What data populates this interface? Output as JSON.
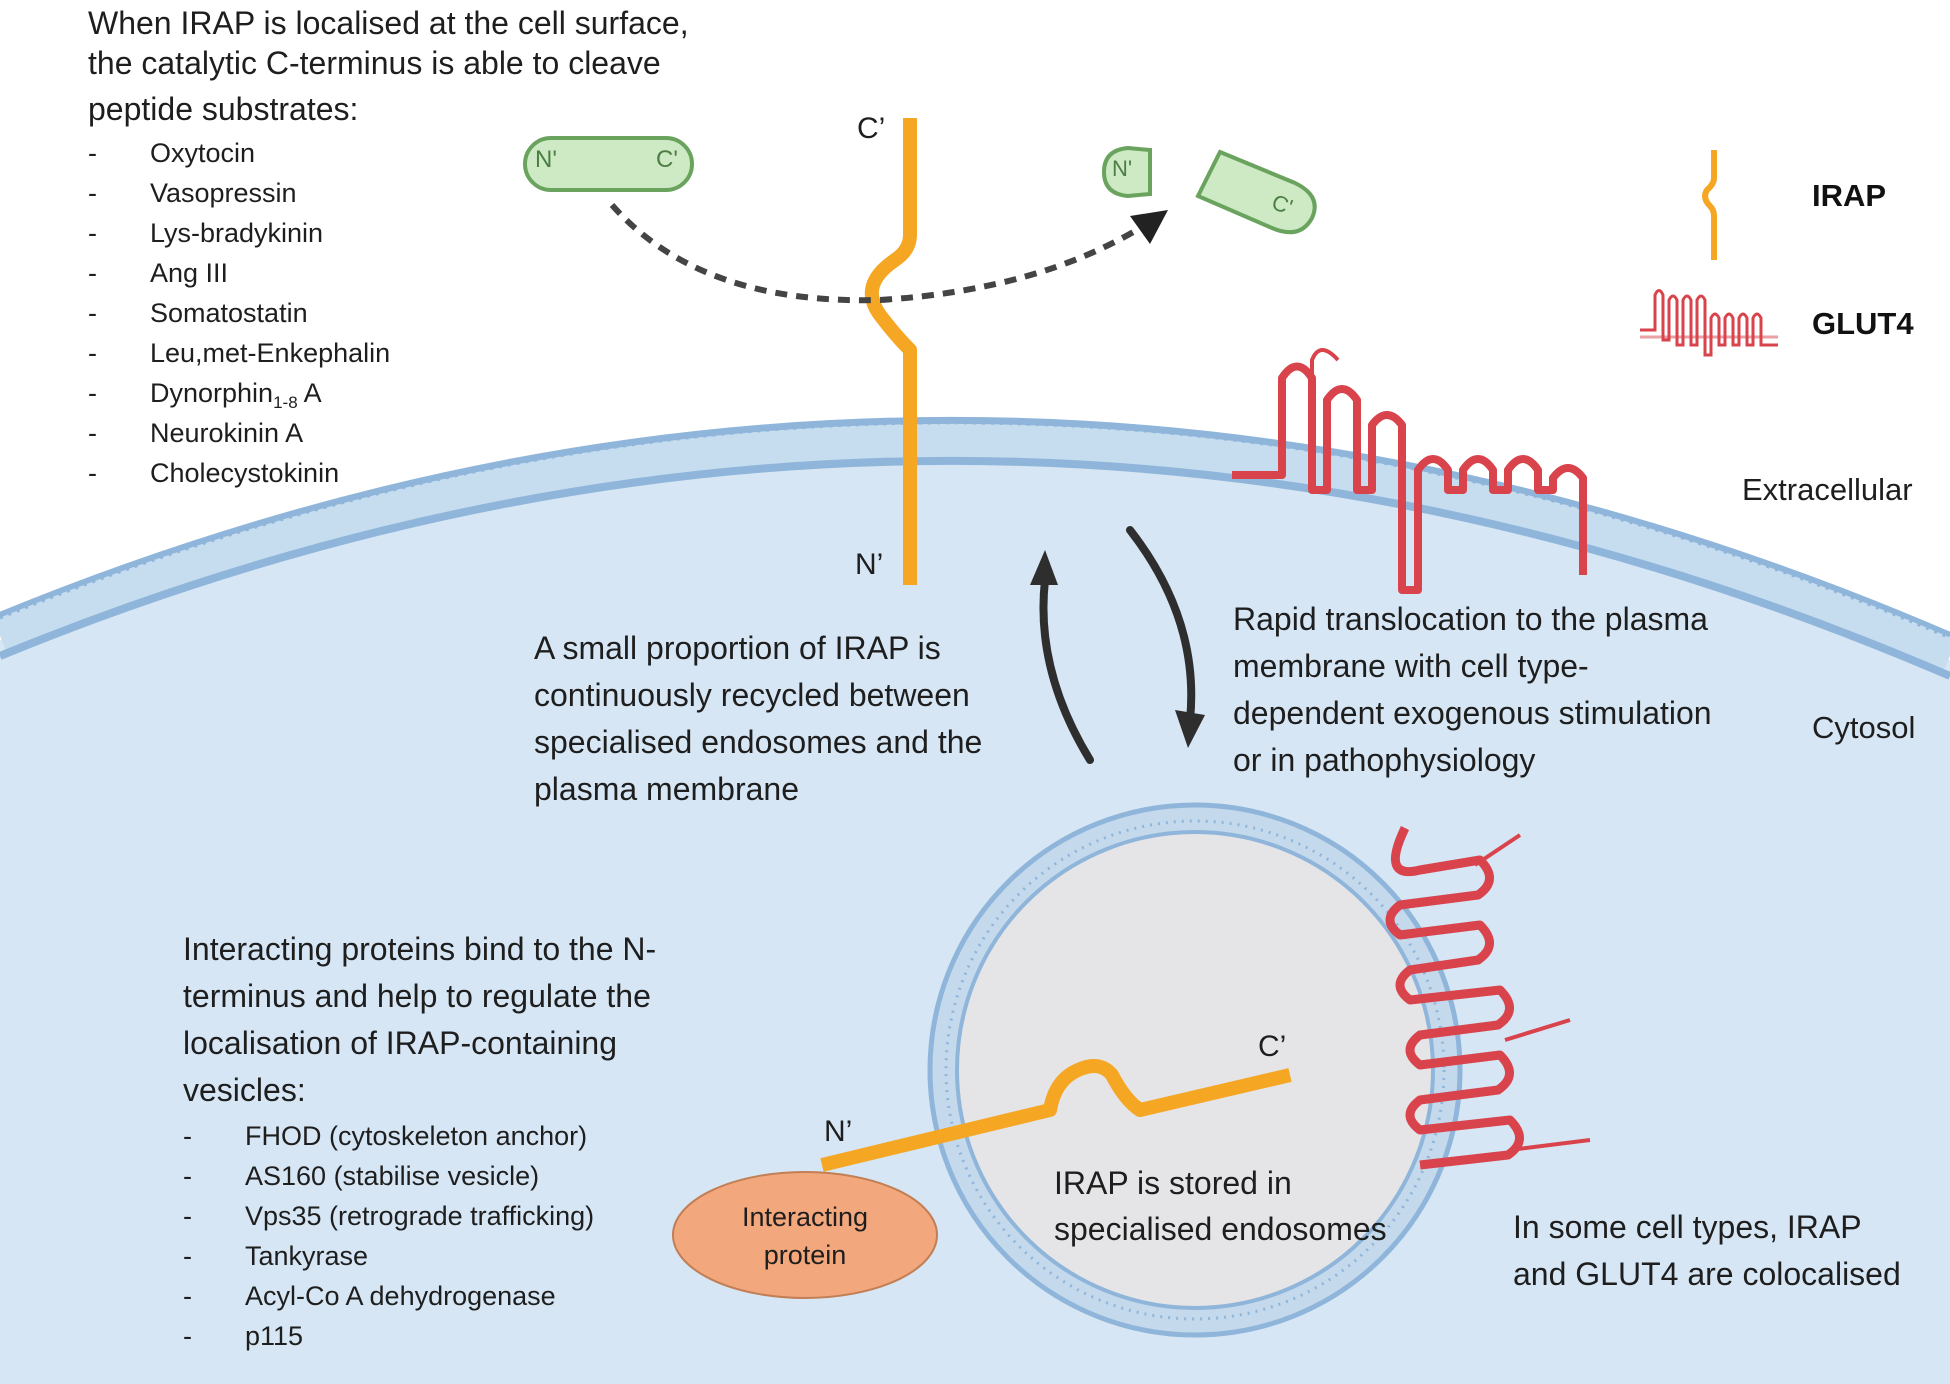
{
  "colors": {
    "irap": "#f5a623",
    "glut4": "#d9434c",
    "cytosol": "#d6e6f4",
    "membrane": "#7aa6cf",
    "endosome_lumen": "#e5e5e7",
    "peptide_fill": "#cdeac4",
    "peptide_stroke": "#6aa35e",
    "interacting_protein": "#f2a77d"
  },
  "top_text": "When IRAP is localised at the cell surface, the catalytic C-terminus is able to cleave peptide substrates:",
  "top_text_lines": [
    "When IRAP is localised at the cell surface,",
    "the catalytic C-terminus is able to cleave",
    "peptide substrates:"
  ],
  "substrates": [
    "Oxytocin",
    "Vasopressin",
    "Lys-bradykinin",
    "Ang III",
    "Somatostatin",
    "Leu,met-Enkephalin",
    "Dynorphin",
    "Neurokinin A",
    "Cholecystokinin"
  ],
  "dynorphin_subscript": "1-8",
  "dynorphin_suffix": " A",
  "list_dash": "-",
  "peptide_labels": {
    "n": "N'",
    "c": "C'"
  },
  "irap_surface_labels": {
    "c": "C’",
    "n": "N’"
  },
  "legend": {
    "irap": "IRAP",
    "glut4": "GLUT4"
  },
  "region_labels": {
    "extracellular": "Extracellular",
    "cytosol": "Cytosol"
  },
  "recycling_text_lines": [
    "A small proportion of IRAP is",
    "continuously recycled between",
    "specialised endosomes and the",
    "plasma membrane"
  ],
  "translocation_text_lines": [
    "Rapid translocation to the plasma",
    "membrane with cell type-",
    "dependent exogenous stimulation",
    "or in pathophysiology"
  ],
  "interacting_text_lines": [
    "Interacting proteins bind to the N-",
    "terminus and help to regulate the",
    "localisation of IRAP-containing",
    "vesicles:"
  ],
  "interactors": [
    "FHOD (cytoskeleton anchor)",
    "AS160 (stabilise vesicle)",
    "Vps35 (retrograde trafficking)",
    "Tankyrase",
    "Acyl-Co A dehydrogenase",
    "p115"
  ],
  "endosome_irap_labels": {
    "c": "C’",
    "n": "N’"
  },
  "interacting_protein_lines": [
    "Interacting",
    "protein"
  ],
  "stored_text_lines": [
    "IRAP is stored in",
    "specialised endosomes"
  ],
  "colocalised_text_lines": [
    "In some cell types, IRAP",
    "and GLUT4 are colocalised"
  ]
}
